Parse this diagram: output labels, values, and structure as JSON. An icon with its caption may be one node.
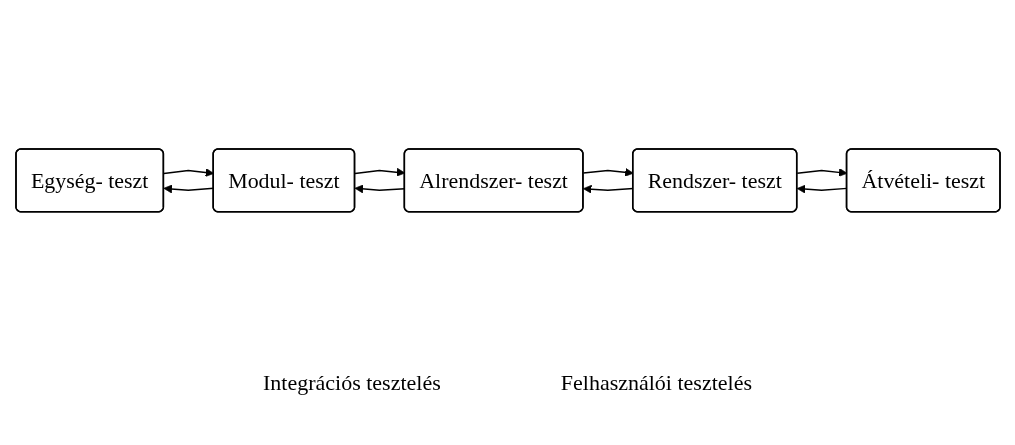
{
  "diagram": {
    "nodes": [
      {
        "text": [
          "Egység- teszt"
        ]
      },
      {
        "text": [
          "Modul- teszt"
        ]
      },
      {
        "text": [
          "Alrendszer- teszt"
        ]
      },
      {
        "text": [
          "Rendszer- teszt"
        ]
      },
      {
        "text": [
          "Átvételi- teszt"
        ]
      }
    ],
    "edges": [
      {
        "from": 0,
        "to": 1,
        "arrow": "to"
      },
      {
        "from": 1,
        "to": 0,
        "arrow": "to"
      },
      {
        "from": 1,
        "to": 2,
        "arrow": "to"
      },
      {
        "from": 2,
        "to": 1,
        "arrow": "to"
      },
      {
        "from": 2,
        "to": 3,
        "arrow": "to"
      },
      {
        "from": 3,
        "to": 2,
        "arrow": "to"
      },
      {
        "from": 3,
        "to": 4,
        "arrow": "to"
      },
      {
        "from": 4,
        "to": 3,
        "arrow": "to"
      }
    ],
    "labels": [
      "Integrációs tesztelés",
      "Felhasználói tesztelés"
    ]
  }
}
